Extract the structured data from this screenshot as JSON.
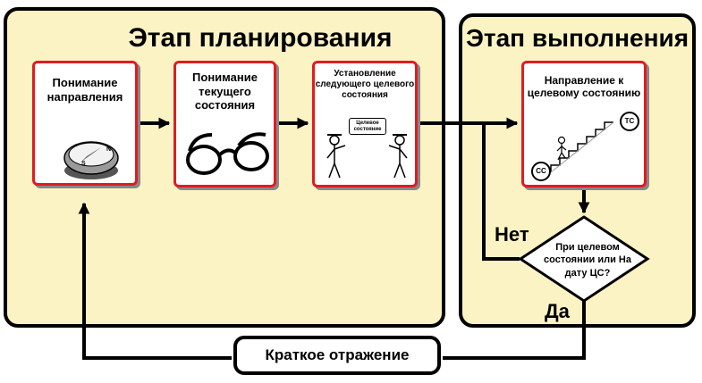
{
  "planning_stage": {
    "title": "Этап планирования"
  },
  "execution_stage": {
    "title": "Этап выполнения"
  },
  "steps": {
    "direction": {
      "label": "Понимание направления",
      "icon": "compass-icon"
    },
    "current_state": {
      "label": "Понимание текущего состояния",
      "icon": "glasses-icon"
    },
    "next_target": {
      "label": "Установление следующего целевого состояния",
      "sign": "Целевое состояние",
      "icon": "people-icon"
    },
    "toward_target": {
      "label": "Направление к целевому состоянию",
      "start_badge": "СС",
      "end_badge": "ТС",
      "icon": "stairs-icon"
    }
  },
  "decision": {
    "text": "При целевом состоянии или На дату ЦС?",
    "no_label": "Нет",
    "yes_label": "Да"
  },
  "reflection": {
    "label": "Краткое отражение"
  },
  "colors": {
    "panel_bg": "#fbf3c4",
    "step_border": "#e11b22",
    "line": "#000000"
  }
}
